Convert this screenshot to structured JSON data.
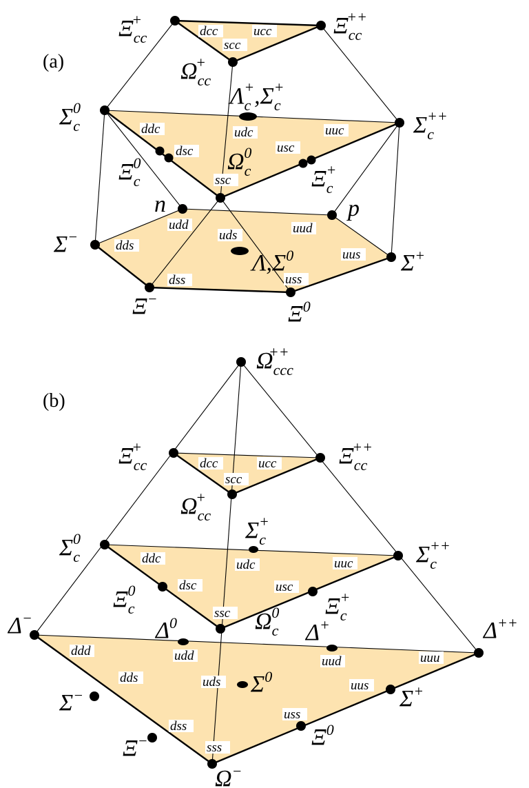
{
  "panels": {
    "a": {
      "label": "(a)",
      "quarks": [
        "dcc",
        "ucc",
        "scc",
        "udc",
        "ddc",
        "dsc",
        "usc",
        "uuc",
        "ssc",
        "udd",
        "uud",
        "uds",
        "dds",
        "uus",
        "dss",
        "uss"
      ],
      "particles": {
        "xi_cc_plus": {
          "base": "Ξ",
          "sub": "cc",
          "sup": "+"
        },
        "xi_cc_pp": {
          "base": "Ξ",
          "sub": "cc",
          "sup": "++"
        },
        "omega_cc_plus": {
          "base": "Ω",
          "sub": "cc",
          "sup": "+"
        },
        "lambda_sigma_c": {
          "base": "Λ",
          "sub": "c",
          "sup": "+",
          "sep": ",",
          "base2": "Σ",
          "sub2": "c",
          "sup2": "+"
        },
        "sigma_c_0": {
          "base": "Σ",
          "sub": "c",
          "sup": "0"
        },
        "sigma_c_pp": {
          "base": "Σ",
          "sub": "c",
          "sup": "++"
        },
        "omega_c_0": {
          "base": "Ω",
          "sub": "c",
          "sup": "0"
        },
        "xi_c_0": {
          "base": "Ξ",
          "sub": "c",
          "sup": "0"
        },
        "xi_c_plus": {
          "base": "Ξ",
          "sub": "c",
          "sup": "+"
        },
        "n": {
          "base": "n"
        },
        "p": {
          "base": "p"
        },
        "sigma_minus": {
          "base": "Σ",
          "sup": "−"
        },
        "sigma_plus": {
          "base": "Σ",
          "sup": "+"
        },
        "lambda_sigma0": {
          "base": "Λ",
          "sep": ",",
          "base2": "Σ",
          "sup2": "0"
        },
        "xi_minus": {
          "base": "Ξ",
          "sup": "−"
        },
        "xi_zero": {
          "base": "Ξ",
          "sup": "0"
        }
      }
    },
    "b": {
      "label": "(b)",
      "quarks": [
        "dcc",
        "ucc",
        "scc",
        "udc",
        "ddc",
        "uuc",
        "dsc",
        "usc",
        "ssc",
        "udd",
        "uud",
        "ddd",
        "uuu",
        "dds",
        "uds",
        "uus",
        "dss",
        "uss",
        "sss"
      ],
      "particles": {
        "omega_ccc": {
          "base": "Ω",
          "sub": "ccc",
          "sup": "++"
        },
        "xi_cc_plus": {
          "base": "Ξ",
          "sub": "cc",
          "sup": "+"
        },
        "xi_cc_pp": {
          "base": "Ξ",
          "sub": "cc",
          "sup": "++"
        },
        "omega_cc_plus": {
          "base": "Ω",
          "sub": "cc",
          "sup": "+"
        },
        "sigma_c_plus": {
          "base": "Σ",
          "sub": "c",
          "sup": "+"
        },
        "sigma_c_0": {
          "base": "Σ",
          "sub": "c",
          "sup": "0"
        },
        "sigma_c_pp": {
          "base": "Σ",
          "sub": "c",
          "sup": "++"
        },
        "xi_c_0": {
          "base": "Ξ",
          "sub": "c",
          "sup": "0"
        },
        "xi_c_plus": {
          "base": "Ξ",
          "sub": "c",
          "sup": "+"
        },
        "omega_c_0": {
          "base": "Ω",
          "sub": "c",
          "sup": "0"
        },
        "delta_minus": {
          "base": "Δ",
          "sup": "−"
        },
        "delta_0": {
          "base": "Δ",
          "sup": "0"
        },
        "delta_plus": {
          "base": "Δ",
          "sup": "+"
        },
        "delta_pp": {
          "base": "Δ",
          "sup": "++"
        },
        "sigma_0": {
          "base": "Σ",
          "sup": "0"
        },
        "sigma_minus": {
          "base": "Σ",
          "sup": "−"
        },
        "sigma_plus": {
          "base": "Σ",
          "sup": "+"
        },
        "xi_minus": {
          "base": "Ξ",
          "sup": "−"
        },
        "xi_zero": {
          "base": "Ξ",
          "sup": "0"
        },
        "omega_minus": {
          "base": "Ω",
          "sup": "−"
        }
      }
    }
  },
  "colors": {
    "face": "#fde3b0",
    "line": "#000000",
    "label_background": "#ffffff"
  }
}
